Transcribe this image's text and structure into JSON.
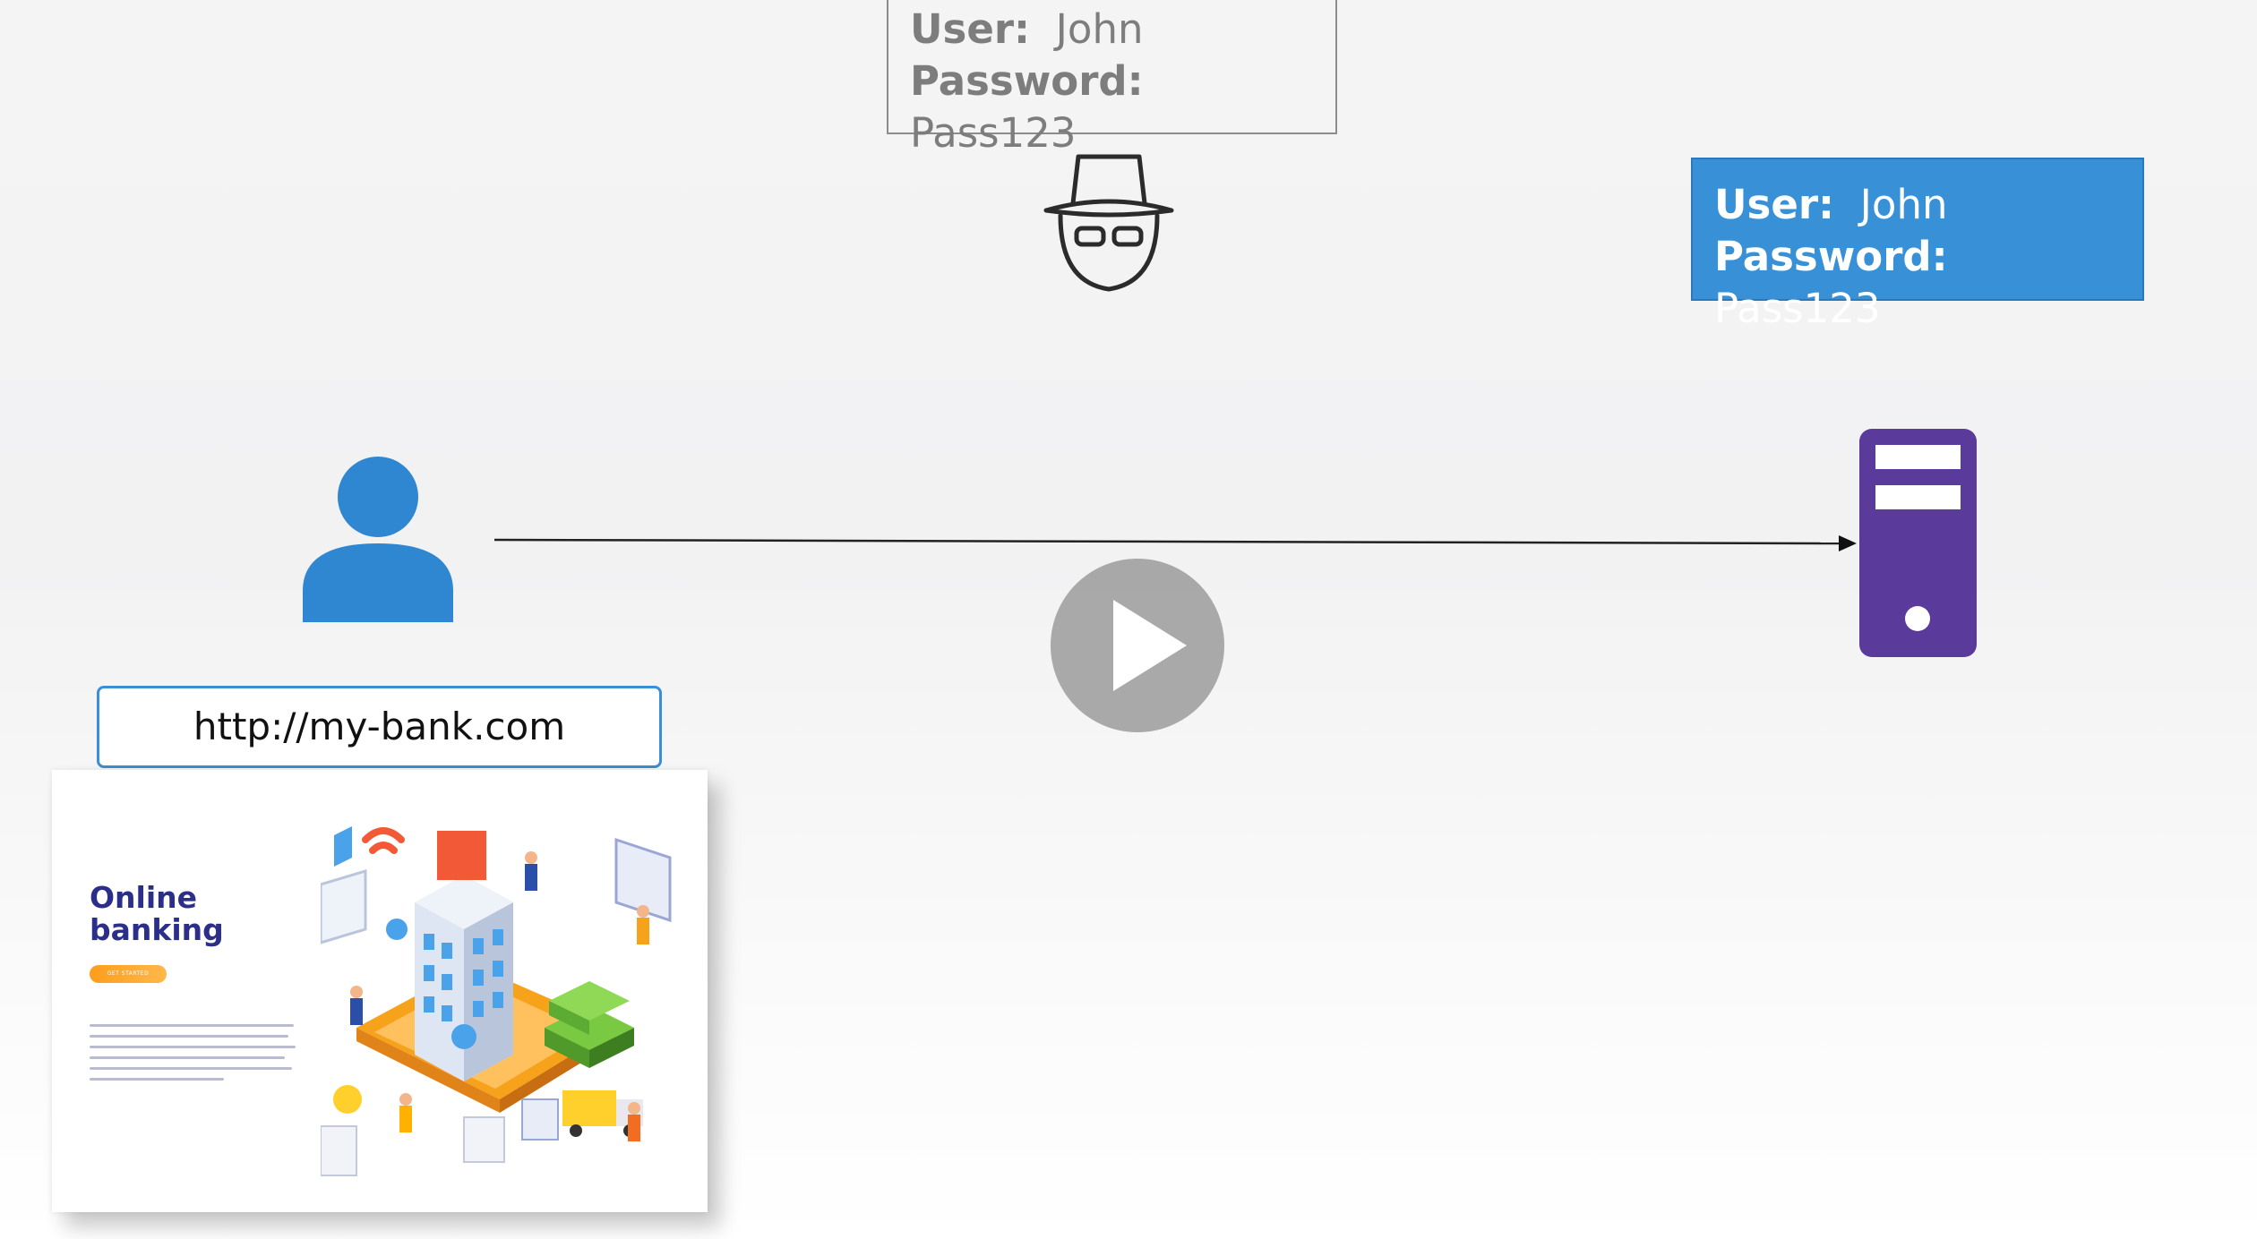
{
  "intercepted_credentials": {
    "user_label": "User:",
    "user_value": "John",
    "password_label": "Password:",
    "password_value": "Pass123"
  },
  "server_credentials": {
    "user_label": "User:",
    "user_value": "John",
    "password_label": "Password:",
    "password_value": "Pass123"
  },
  "url_bar": {
    "value": "http://my-bank.com"
  },
  "bank_page": {
    "heading": "Online banking",
    "cta_label": "GET STARTED"
  },
  "colors": {
    "server_box": "#3890d6",
    "user_icon": "#2f86d1",
    "server_icon": "#5a3a9a",
    "url_border": "#3b8fd4",
    "play_button": "#9b9b9b"
  },
  "icons": {
    "hacker": "hacker-icon",
    "user": "user-icon",
    "server": "server-icon",
    "play": "play-icon"
  }
}
